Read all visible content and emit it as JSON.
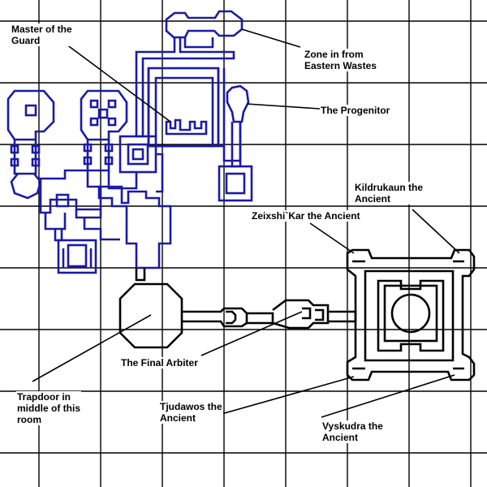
{
  "labels": {
    "master_guard": "Master of the\nGuard",
    "zone_in": "Zone in from\nEastern Wastes",
    "progenitor": "The Progenitor",
    "kildrukaun": "Kildrukaun the\nAncient",
    "zeixshi": "Zeixshi`Kar the Ancient",
    "final_arbiter": "The Final Arbiter",
    "trapdoor": "Trapdoor in\nmiddle of this\nroom",
    "tjudawos": "Tjudawos the\nAncient",
    "vyskudra": "Vyskudra the\nAncient"
  },
  "colors": {
    "grid": "#000000",
    "upper_map": "#1a1aa6",
    "lower_map": "#000000",
    "background": "#ffffff"
  }
}
